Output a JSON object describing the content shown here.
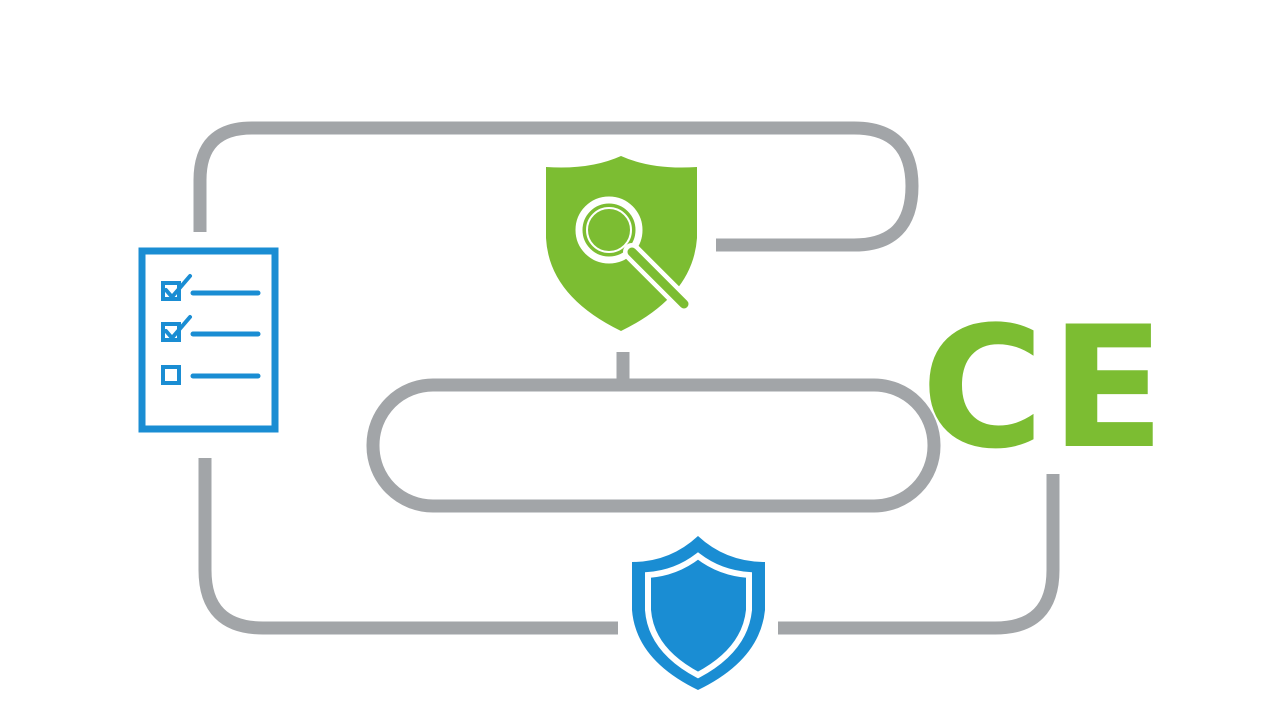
{
  "colors": {
    "path": "#a2a5a8",
    "green": "#7cbd32",
    "blue": "#1a8dd3",
    "background": "#ffffff"
  },
  "nodes": [
    {
      "id": "checklist",
      "icon": "checklist-icon",
      "color": "blue"
    },
    {
      "id": "inspection",
      "icon": "shield-magnifier-icon",
      "color": "green"
    },
    {
      "id": "protection",
      "icon": "shield-icon",
      "color": "blue"
    },
    {
      "id": "certification",
      "icon": "ce-mark-icon",
      "color": "green"
    }
  ],
  "ce_mark": {
    "text": "CE"
  }
}
